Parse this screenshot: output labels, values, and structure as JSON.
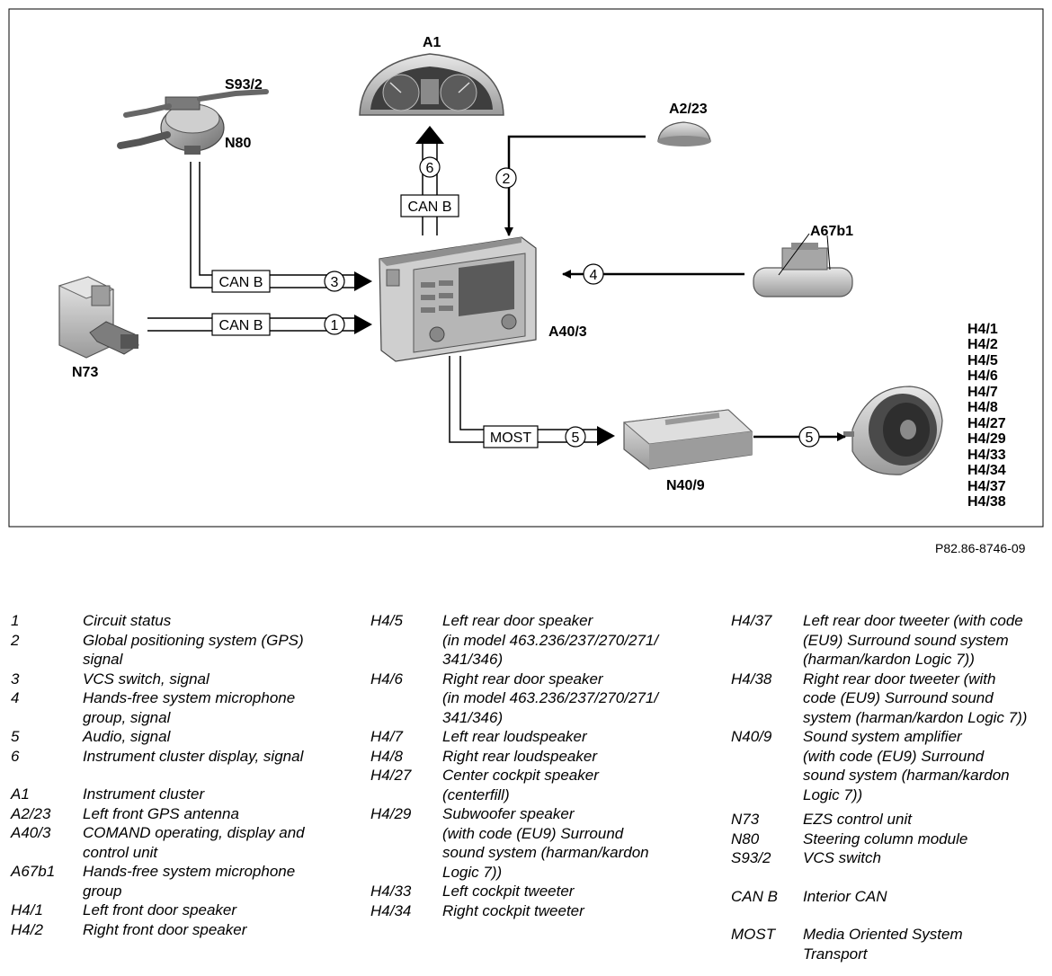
{
  "diagram": {
    "components": {
      "A1": "A1",
      "A2_23": "A2/23",
      "S93_2": "S93/2",
      "N80": "N80",
      "A67b1": "A67b1",
      "A40_3": "A40/3",
      "N73": "N73",
      "N40_9": "N40/9",
      "speakers": [
        "H4/1",
        "H4/2",
        "H4/5",
        "H4/6",
        "H4/7",
        "H4/8",
        "H4/27",
        "H4/29",
        "H4/33",
        "H4/34",
        "H4/37",
        "H4/38"
      ]
    },
    "bus_labels": {
      "can_b": "CAN B",
      "most": "MOST"
    },
    "signal_numbers": {
      "s1": "1",
      "s2": "2",
      "s3": "3",
      "s4": "4",
      "s5": "5",
      "s6": "6"
    },
    "figure_id": "P82.86-8746-09"
  },
  "legend": {
    "col1": [
      {
        "code": "1",
        "desc": [
          "Circuit status"
        ]
      },
      {
        "code": "2",
        "desc": [
          "Global positioning system (GPS)",
          "signal"
        ]
      },
      {
        "code": "3",
        "desc": [
          "VCS switch, signal"
        ]
      },
      {
        "code": "4",
        "desc": [
          "Hands-free system microphone",
          "group, signal"
        ]
      },
      {
        "code": "5",
        "desc": [
          "Audio, signal"
        ]
      },
      {
        "code": "6",
        "desc": [
          "Instrument cluster display, signal"
        ]
      },
      {
        "code": "A1",
        "desc": [
          "Instrument cluster"
        ]
      },
      {
        "code": "A2/23",
        "desc": [
          "Left front GPS antenna"
        ]
      },
      {
        "code": "A40/3",
        "desc": [
          "COMAND operating, display and",
          "control unit"
        ]
      },
      {
        "code": "A67b1",
        "desc": [
          "Hands-free system microphone",
          "group"
        ]
      },
      {
        "code": "H4/1",
        "desc": [
          "Left front door speaker"
        ]
      },
      {
        "code": "H4/2",
        "desc": [
          "Right front door speaker"
        ]
      }
    ],
    "col2": [
      {
        "code": "H4/5",
        "desc": [
          "Left rear door speaker",
          "(in model 463.236/237/270/271/",
          "341/346)"
        ]
      },
      {
        "code": "H4/6",
        "desc": [
          "Right rear door speaker",
          "(in model 463.236/237/270/271/",
          "341/346)"
        ]
      },
      {
        "code": "H4/7",
        "desc": [
          "Left rear loudspeaker"
        ]
      },
      {
        "code": "H4/8",
        "desc": [
          "Right rear loudspeaker"
        ]
      },
      {
        "code": "H4/27",
        "desc": [
          "Center cockpit speaker",
          "(centerfill)"
        ]
      },
      {
        "code": "H4/29",
        "desc": [
          "Subwoofer speaker",
          "(with code (EU9) Surround",
          "sound system (harman/kardon",
          "Logic 7))"
        ]
      },
      {
        "code": "H4/33",
        "desc": [
          "Left cockpit tweeter"
        ]
      },
      {
        "code": "H4/34",
        "desc": [
          "Right cockpit tweeter"
        ]
      }
    ],
    "col3": [
      {
        "code": "H4/37",
        "desc": [
          "Left rear door tweeter (with code",
          "(EU9) Surround sound system",
          "(harman/kardon Logic 7))"
        ]
      },
      {
        "code": "H4/38",
        "desc": [
          "Right rear door tweeter (with",
          "code (EU9) Surround sound",
          "system (harman/kardon Logic 7))"
        ]
      },
      {
        "code": "N40/9",
        "desc": [
          "Sound system amplifier",
          "(with code (EU9) Surround",
          "sound system (harman/kardon",
          "Logic 7))"
        ]
      },
      {
        "code": "N73",
        "desc": [
          "EZS control unit"
        ]
      },
      {
        "code": "N80",
        "desc": [
          "Steering column module"
        ]
      },
      {
        "code": "S93/2",
        "desc": [
          "VCS switch"
        ]
      },
      {
        "code": "CAN B",
        "desc": [
          "Interior CAN"
        ]
      },
      {
        "code": "MOST",
        "desc": [
          "Media Oriented System",
          "Transport"
        ]
      }
    ]
  }
}
